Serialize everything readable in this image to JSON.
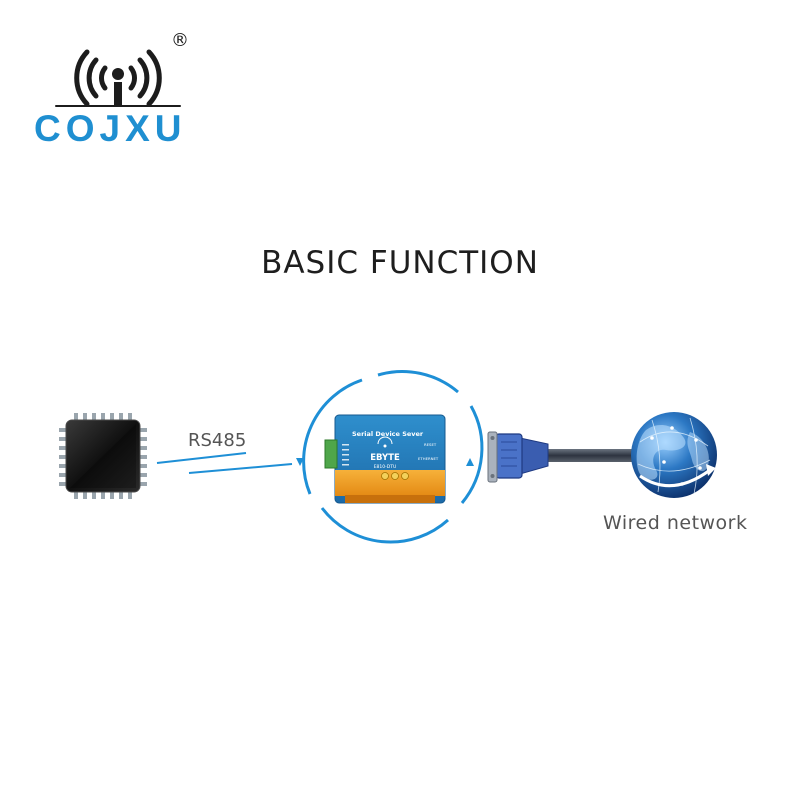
{
  "logo": {
    "brand": "COJXU",
    "registered_mark": "®",
    "brand_color": "#1f8fd1",
    "icon": "wireless-antenna-icon"
  },
  "title": "BASIC FUNCTION",
  "diagram": {
    "left_node": {
      "icon": "chip-icon"
    },
    "connection_left": {
      "label": "RS485",
      "color": "#1e8fd6"
    },
    "center_node": {
      "icon": "serial-device-server-icon",
      "device_title": "Serial Device Sever",
      "device_brand": "EBYTE",
      "device_model": "E810-DTU",
      "device_port_label": "RESET",
      "device_port_label_2": "ETHERNET",
      "cycle_color": "#1e8fd6"
    },
    "connection_right": {
      "icon": "db9-connector-icon"
    },
    "right_node": {
      "icon": "globe-icon",
      "label": "Wired network"
    }
  }
}
